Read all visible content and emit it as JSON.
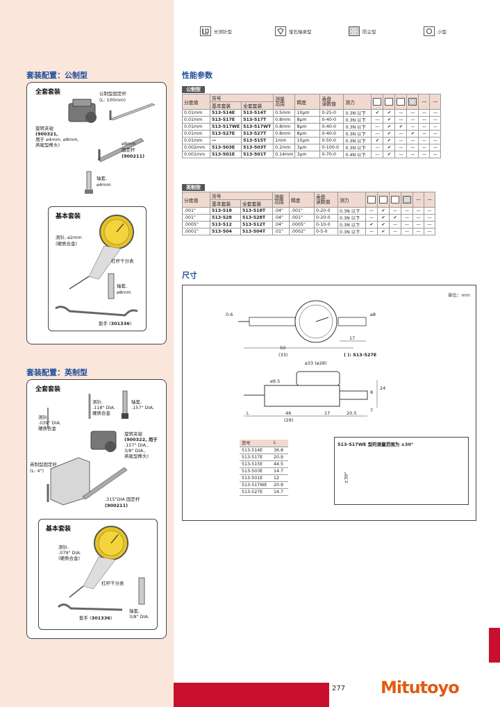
{
  "legend": [
    {
      "icon": "long-stylus-icon",
      "label": "长测针型"
    },
    {
      "icon": "jewel-bearing-icon",
      "label": "宝石轴承型"
    },
    {
      "icon": "dustproof-icon",
      "label": "防尘型"
    },
    {
      "icon": "compact-icon",
      "label": "小型"
    }
  ],
  "metric_kit": {
    "title": "套装配置：公制型",
    "full_set": "全套套装",
    "basic_set": "基本套装",
    "rod_label": "公制型固定杆",
    "rod_len": "(L: 100mm)",
    "clamp_label": "旋转夹钳",
    "clamp_code": "(900321,",
    "clamp_desc1": "用于 ⌀4mm, ⌀8mm,",
    "clamp_desc2": "燕尾型榫头)",
    "fixed_rod": "⌀8mm",
    "fixed_rod2": "固定杆",
    "fixed_rod_code": "(900211)",
    "stem": "轴套,",
    "stem2": "⌀4mm",
    "stylus": "测针, ⌀2mm",
    "stylus2": "(硬质合金)",
    "indicator": "杠杆千分表",
    "stem8": "轴套,",
    "stem8b": "⌀8mm",
    "wrench": "扳手 (",
    "wrench_code": "301336",
    "wrench_end": ")"
  },
  "inch_kit": {
    "title": "套装配置：英制型",
    "full_set": "全套套装",
    "basic_set": "基本套装",
    "stylus_a": "测针,",
    "stylus_a2": ".039\" DIA.",
    "stylus_a3": "硬质合金",
    "stylus_b": "测针,",
    "stylus_b2": ".118\" DIA.",
    "stylus_b3": "硬质合金",
    "stem_a": "轴套,",
    "stem_a2": ".157\" DIA.",
    "clamp": "旋转夹钳",
    "clamp2": "(900322, 用于",
    "clamp3": ".157\" DIA.,",
    "clamp4": "3/8\" DIA.,",
    "clamp5": "燕尾型榫头)",
    "rod": "英制型固定杆",
    "rod2": "(L: 4\")",
    "fixed_rod": ".315\"DIA 固定杆",
    "fixed_rod2": "(900211)",
    "stylus_c": "测针,",
    "stylus_c2": ".079\" DIA.",
    "stylus_c3": "(硬质合金)",
    "indicator": "杠杆千分表",
    "wrench": "扳手 (",
    "wrench_code": "301336",
    "wrench_end": ")",
    "stem_b": "轴套,",
    "stem_b2": "3/8\" DIA."
  },
  "spec": {
    "title": "性能参数",
    "metric_tab": "公制型",
    "inch_tab": "英制型",
    "headers": {
      "grad": "分度值",
      "order": "货号",
      "basic": "基本套装",
      "full": "全套套装",
      "range": "测量",
      "range2": "范围",
      "accuracy": "精度",
      "dial": "表盘",
      "dial2": "读数值",
      "force": "测力"
    },
    "metric_rows": [
      [
        "0.01mm",
        "513-514E",
        "513-514T",
        "0.5mm",
        "10μm",
        "0-25-0",
        "0.3N 以下",
        "✔",
        "✔",
        "—",
        "—",
        "—",
        "—"
      ],
      [
        "0.01mm",
        "513-517E",
        "513-517T",
        "0.8mm",
        "8μm",
        "0-40-0",
        "0.3N 以下",
        "—",
        "✔",
        "—",
        "—",
        "—",
        "—"
      ],
      [
        "0.01mm",
        "513-517WE",
        "513-517WT",
        "0.8mm",
        "8μm",
        "0-40-0",
        "0.3N 以下",
        "—",
        "✔",
        "✔",
        "—",
        "—",
        "—"
      ],
      [
        "0.01mm",
        "513-527E",
        "513-527T",
        "0.8mm",
        "8μm",
        "0-40-0",
        "0.3N 以下",
        "—",
        "✔",
        "—",
        "✔",
        "—",
        "—"
      ],
      [
        "0.01mm",
        "—",
        "513-515T",
        "1mm",
        "10μm",
        "0-50-0",
        "0.3N 以下",
        "✔",
        "✔",
        "—",
        "—",
        "—",
        "—"
      ],
      [
        "0.002mm",
        "513-503E",
        "513-503T",
        "0.2mm",
        "3μm",
        "0-100-0",
        "0.3N 以下",
        "—",
        "✔",
        "—",
        "—",
        "—",
        "—"
      ],
      [
        "0.001mm",
        "513-501E",
        "513-501T",
        "0.14mm",
        "3μm",
        "0-70-0",
        "0.4N 以下",
        "—",
        "✔",
        "—",
        "—",
        "—",
        "—"
      ]
    ],
    "inch_rows": [
      [
        ".001\"",
        "513-518",
        "513-518T",
        ".04\"",
        ".001\"",
        "0-20-0",
        "0.3N 以下",
        "—",
        "✔",
        "—",
        "—",
        "—",
        "—"
      ],
      [
        ".001\"",
        "513-528",
        "513-528T",
        ".04\"",
        ".001\"",
        "0-20-0",
        "0.3N 以下",
        "—",
        "✔",
        "✔",
        "—",
        "—",
        "—"
      ],
      [
        ".0005\"",
        "513-512",
        "513-512T",
        ".04\"",
        ".0005\"",
        "0-10-0",
        "0.3N 以下",
        "✔",
        "✔",
        "—",
        "—",
        "—",
        "—"
      ],
      [
        ".0001\"",
        "513-504",
        "513-504T",
        ".01\"",
        ".0002\"",
        "0-5-0",
        "0.3N 以下",
        "—",
        "✔",
        "—",
        "—",
        "—",
        "—"
      ]
    ]
  },
  "dims": {
    "title": "尺寸",
    "unit": "单位：mm",
    "d06": "0.6",
    "d8": "⌀8",
    "d17a": "17",
    "d50": "50",
    "d33": "(33)",
    "model_note": "(    ): 513-527E",
    "d33b": "⌀33 (⌀28)",
    "d95": "⌀9.5",
    "d24": "24",
    "d8b": "8",
    "d7": "7",
    "dL": "L",
    "d46": "46",
    "d29": "(29)",
    "d17b": "17",
    "d205": "20.5",
    "ltab_head": [
      "货号",
      "L"
    ],
    "ltab_rows": [
      [
        "513-514E",
        "36.8"
      ],
      [
        "513-517E",
        "20.9"
      ],
      [
        "513-515E",
        "44.5"
      ],
      [
        "513-503E",
        "14.7"
      ],
      [
        "513-501E",
        "12"
      ],
      [
        "513-517WE",
        "20.9"
      ],
      [
        "513-527E",
        "14.7"
      ]
    ],
    "range_title": "513-517WE 型的测量范围为 ±30°",
    "range_angle": "±30°"
  },
  "footer": {
    "page": "277",
    "brand": "Mitutoyo"
  }
}
